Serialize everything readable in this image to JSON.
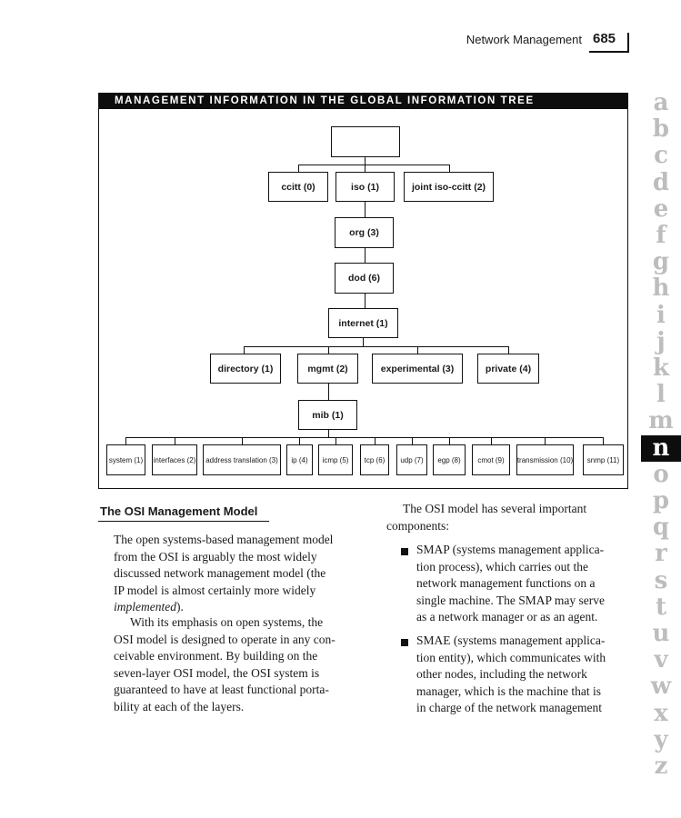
{
  "running_head": {
    "title": "Network Management",
    "page_number": "685"
  },
  "figure": {
    "title": "MANAGEMENT INFORMATION IN THE GLOBAL INFORMATION TREE",
    "root": "",
    "level1": [
      "ccitt (0)",
      "iso (1)",
      "joint iso-ccitt (2)"
    ],
    "org": "org (3)",
    "dod": "dod (6)",
    "internet": "internet (1)",
    "level5": [
      "directory (1)",
      "mgmt (2)",
      "experimental (3)",
      "private (4)"
    ],
    "mib": "mib (1)",
    "mib_groups": [
      "system (1)",
      "interfaces (2)",
      "address translation (3)",
      "ip (4)",
      "icmp (5)",
      "tcp (6)",
      "udp (7)",
      "egp (8)",
      "cmot (9)",
      "transmission (10)",
      "snmp (11)"
    ]
  },
  "section": {
    "heading": "The OSI Management Model",
    "p1_lines": [
      "The open systems-based management model",
      "from the OSI is arguably the most widely",
      "discussed network management model (the",
      "IP model is almost certainly more widely"
    ],
    "p1_emph": "implemented",
    "p1_end": ").",
    "p2_lines": [
      "With its emphasis on open systems, the",
      "OSI model is designed to operate in any con-",
      "ceivable environment. By building on the",
      "seven-layer OSI model, the OSI system is",
      "guaranteed to have at least functional porta-",
      "bility at each of the layers."
    ],
    "p3_lines": [
      "The OSI model has several important",
      "components:"
    ],
    "bullet1_lines": [
      "SMAP (systems management applica-",
      "tion process), which carries out the",
      "network management functions on a",
      "single machine. The SMAP may serve",
      "as a network manager or as an agent."
    ],
    "bullet2_lines": [
      "SMAE (systems management applica-",
      "tion entity), which communicates with",
      "other nodes, including the network",
      "manager, which is the machine that is",
      "in charge of the network management"
    ]
  },
  "thumb_index": {
    "letters": [
      "a",
      "b",
      "c",
      "d",
      "e",
      "f",
      "g",
      "h",
      "i",
      "j",
      "k",
      "l",
      "m",
      "n",
      "o",
      "p",
      "q",
      "r",
      "s",
      "t",
      "u",
      "v",
      "w",
      "x",
      "y",
      "z"
    ],
    "active": "n"
  }
}
